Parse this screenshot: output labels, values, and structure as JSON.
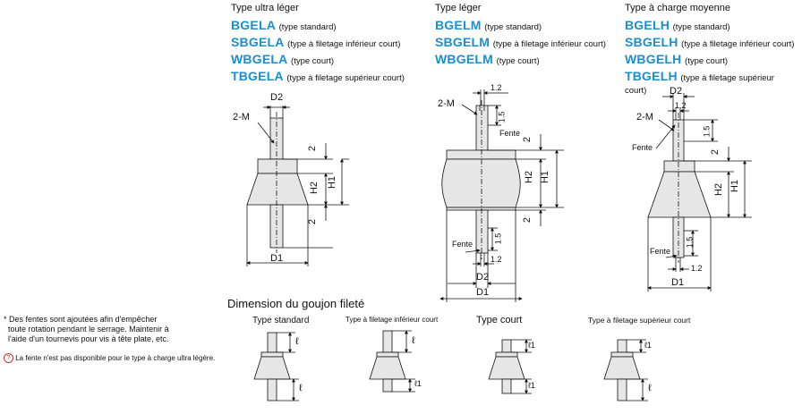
{
  "columns": [
    {
      "title": "Type ultra léger",
      "entries": [
        {
          "code": "BGELA",
          "desc": "(type standard)"
        },
        {
          "code": "SBGELA",
          "desc": "(type à filetage inférieur court)"
        },
        {
          "code": "WBGELA",
          "desc": "(type court)"
        },
        {
          "code": "TBGELA",
          "desc": "(type à filetage supérieur court)"
        }
      ]
    },
    {
      "title": "Type léger",
      "entries": [
        {
          "code": "BGELM",
          "desc": "(type standard)"
        },
        {
          "code": "SBGELM",
          "desc": "(type à filetage inférieur court)"
        },
        {
          "code": "WBGELM",
          "desc": "(type court)"
        }
      ]
    },
    {
      "title": "Type à charge moyenne",
      "entries": [
        {
          "code": "BGELH",
          "desc": "(type standard)"
        },
        {
          "code": "SBGELH",
          "desc": "(type à filetage inférieur court)"
        },
        {
          "code": "WBGELH",
          "desc": "(type court)"
        },
        {
          "code": "TBGELH",
          "desc": "(type à filetage supérieur"
        }
      ],
      "desc_cont": "court)"
    }
  ],
  "labels": {
    "m": "2-M",
    "d1": "D1",
    "d2": "D2",
    "h1": "H1",
    "h2": "H2",
    "two": "2",
    "one_two": "1.2",
    "one_five": "1.5",
    "fente": "Fente",
    "l": "ℓ",
    "l1": "ℓ1"
  },
  "stud_section": {
    "title": "Dimension du goujon fileté",
    "types": [
      "Type standard",
      "Type à filetage inférieur court",
      "Type court",
      "Type à filetage supérieur court"
    ]
  },
  "notes": {
    "note1_lines": [
      "* Des fentes sont ajoutées afin d'empêcher",
      "toute rotation pendant le serrage. Maintenir à",
      "l'aide d'un tournevis pour vis à tête plate, etc."
    ],
    "note2": "La fente n'est pas disponible pour le type à charge ultra légère."
  },
  "colors": {
    "accent": "#1a8fd0",
    "body": "#e6e6e6",
    "stud": "#e6e6e6"
  }
}
